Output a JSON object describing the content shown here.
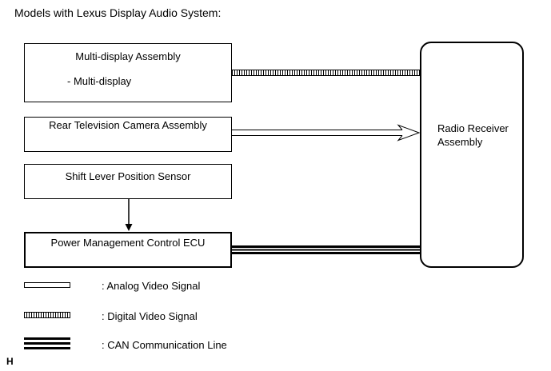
{
  "title": "Models with Lexus Display Audio System:",
  "diagram": {
    "boxes": {
      "multi_display": {
        "line1": "Multi-display Assembly",
        "line2": "- Multi-display"
      },
      "rear_camera": {
        "label": "Rear Television Camera Assembly"
      },
      "shift_sensor": {
        "label": "Shift Lever Position Sensor"
      },
      "power_ecu": {
        "label": "Power Management Control ECU"
      },
      "radio_receiver": {
        "line1": "Radio Receiver",
        "line2": "Assembly"
      }
    },
    "connections": {
      "digital_video": "Multi-display Assembly to Radio Receiver Assembly",
      "analog_video": "Rear Television Camera Assembly to Radio Receiver Assembly",
      "shift_to_ecu": "Shift Lever Position Sensor to Power Management Control ECU",
      "can": "Power Management Control ECU to Radio Receiver Assembly"
    }
  },
  "legend": {
    "analog": ": Analog Video Signal",
    "digital": ": Digital Video Signal",
    "can": ": CAN Communication Line"
  },
  "footnote": "H",
  "colors": {
    "line": "#000000",
    "background": "#ffffff"
  }
}
